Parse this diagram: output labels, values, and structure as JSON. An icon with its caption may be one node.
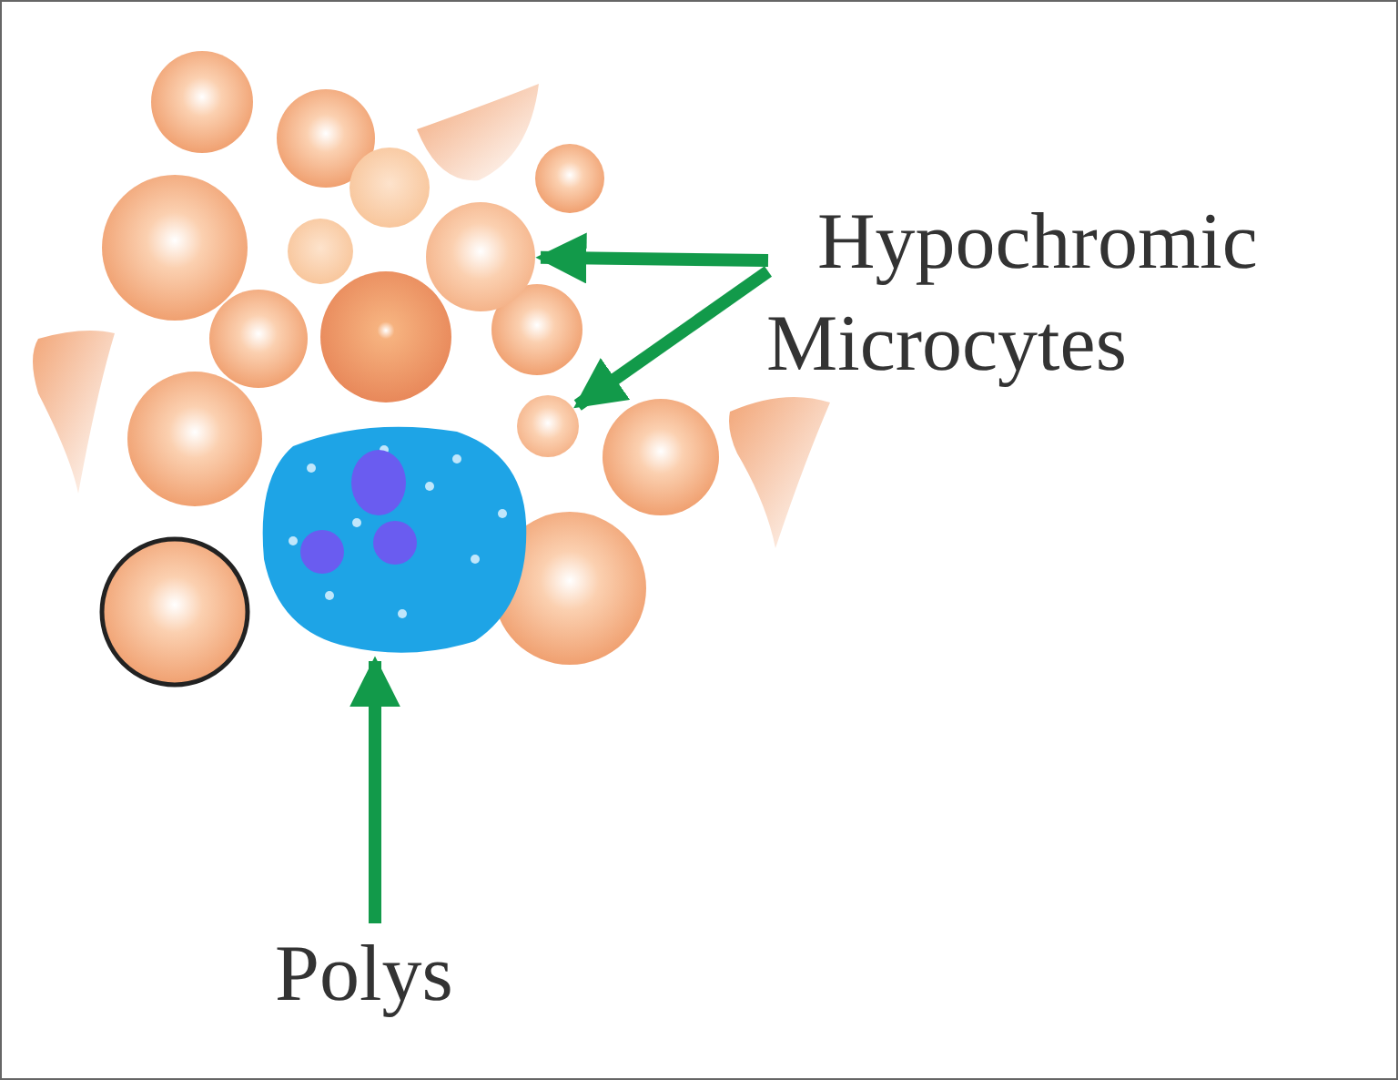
{
  "diagram": {
    "nodes": [
      {
        "text": [
          "Hypochromic Microcytes"
        ]
      },
      {
        "text": [],
        "shape": "circle"
      },
      {
        "text": [],
        "shape": "circle"
      },
      {
        "text": [
          "Polys"
        ]
      },
      {
        "text": [],
        "shape": "picture"
      }
    ],
    "edges": [
      {
        "from": 0,
        "to": 1,
        "arrow": "to"
      },
      {
        "from": 0,
        "to": 2,
        "arrow": "to"
      },
      {
        "from": 3,
        "to": 4,
        "arrow": "to"
      }
    ]
  }
}
